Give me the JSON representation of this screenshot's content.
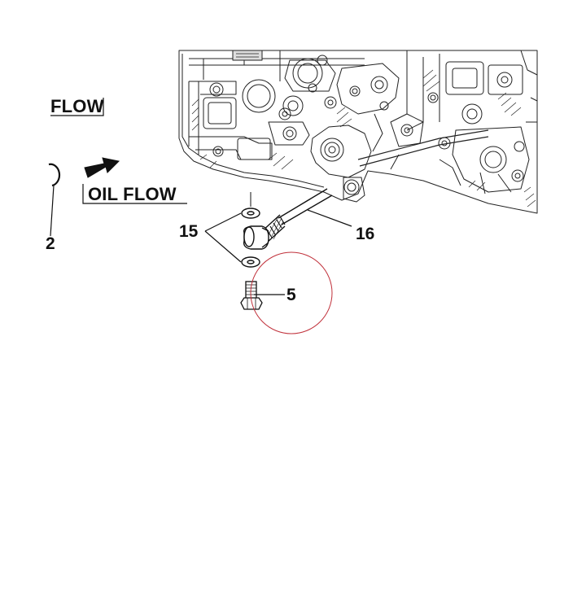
{
  "diagram": {
    "flow_label_top": "FLOW",
    "flow_label_main": "OIL FLOW",
    "callouts": {
      "part_2": "2",
      "part_15": "15",
      "part_16": "16",
      "part_5": "5"
    },
    "highlight_color": "#c0303a",
    "line_color": "#111111"
  }
}
